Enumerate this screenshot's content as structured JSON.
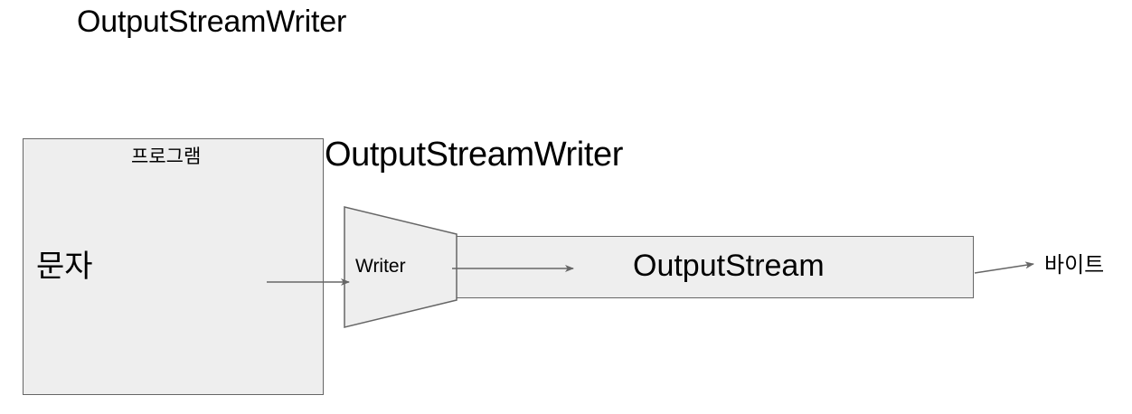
{
  "diagram": {
    "title": "OutputStreamWriter",
    "wrapper_label": "OutputStreamWriter",
    "program_box": {
      "label": "프로그램",
      "content_label": "문자",
      "fill": "#eeeeee",
      "stroke": "#666666"
    },
    "writer_shape": {
      "label": "Writer",
      "fill": "#eeeeee",
      "stroke": "#666666"
    },
    "outputstream_box": {
      "label": "OutputStream",
      "fill": "#eeeeee",
      "stroke": "#666666"
    },
    "output_label": "바이트",
    "arrows": [
      {
        "name": "chars-to-writer-arrow",
        "from": "문자",
        "to": "Writer"
      },
      {
        "name": "writer-to-outputstream-arrow",
        "from": "Writer",
        "to": "OutputStream"
      },
      {
        "name": "outputstream-to-byte-arrow",
        "from": "OutputStream",
        "to": "바이트"
      }
    ],
    "arrow_color": "#666666",
    "background": "#ffffff",
    "text_color": "#000000"
  }
}
